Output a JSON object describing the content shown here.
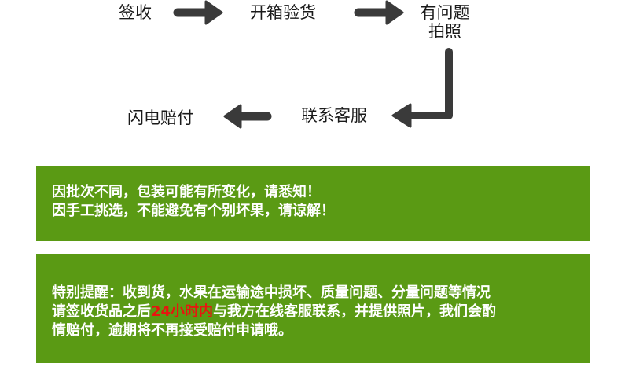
{
  "process": {
    "steps": [
      {
        "label": "签收"
      },
      {
        "label": "开箱验货"
      },
      {
        "label_line1": "有问题",
        "label_line2": "拍照"
      },
      {
        "label": "联系客服"
      },
      {
        "label": "闪电赔付"
      }
    ]
  },
  "notice1": {
    "line1": "因批次不同，包装可能有所变化，请悉知！",
    "line2": "因手工挑选，不能避免有个别坏果，请谅解！"
  },
  "notice2": {
    "line1": "特别提醒：收到货，水果在运输途中损坏、质量问题、分量问题等情况",
    "line2_before": "请签收货品之后",
    "line2_highlight": "24小时内",
    "line2_after": "与我方在线客服联系，并提供照片，我们会酌",
    "line3": "情赔付，逾期将不再接受赔付申请哦。"
  },
  "colors": {
    "panel_green": "#5a9a14",
    "highlight_red": "#e8150f",
    "arrow": "#3a3a3a"
  }
}
